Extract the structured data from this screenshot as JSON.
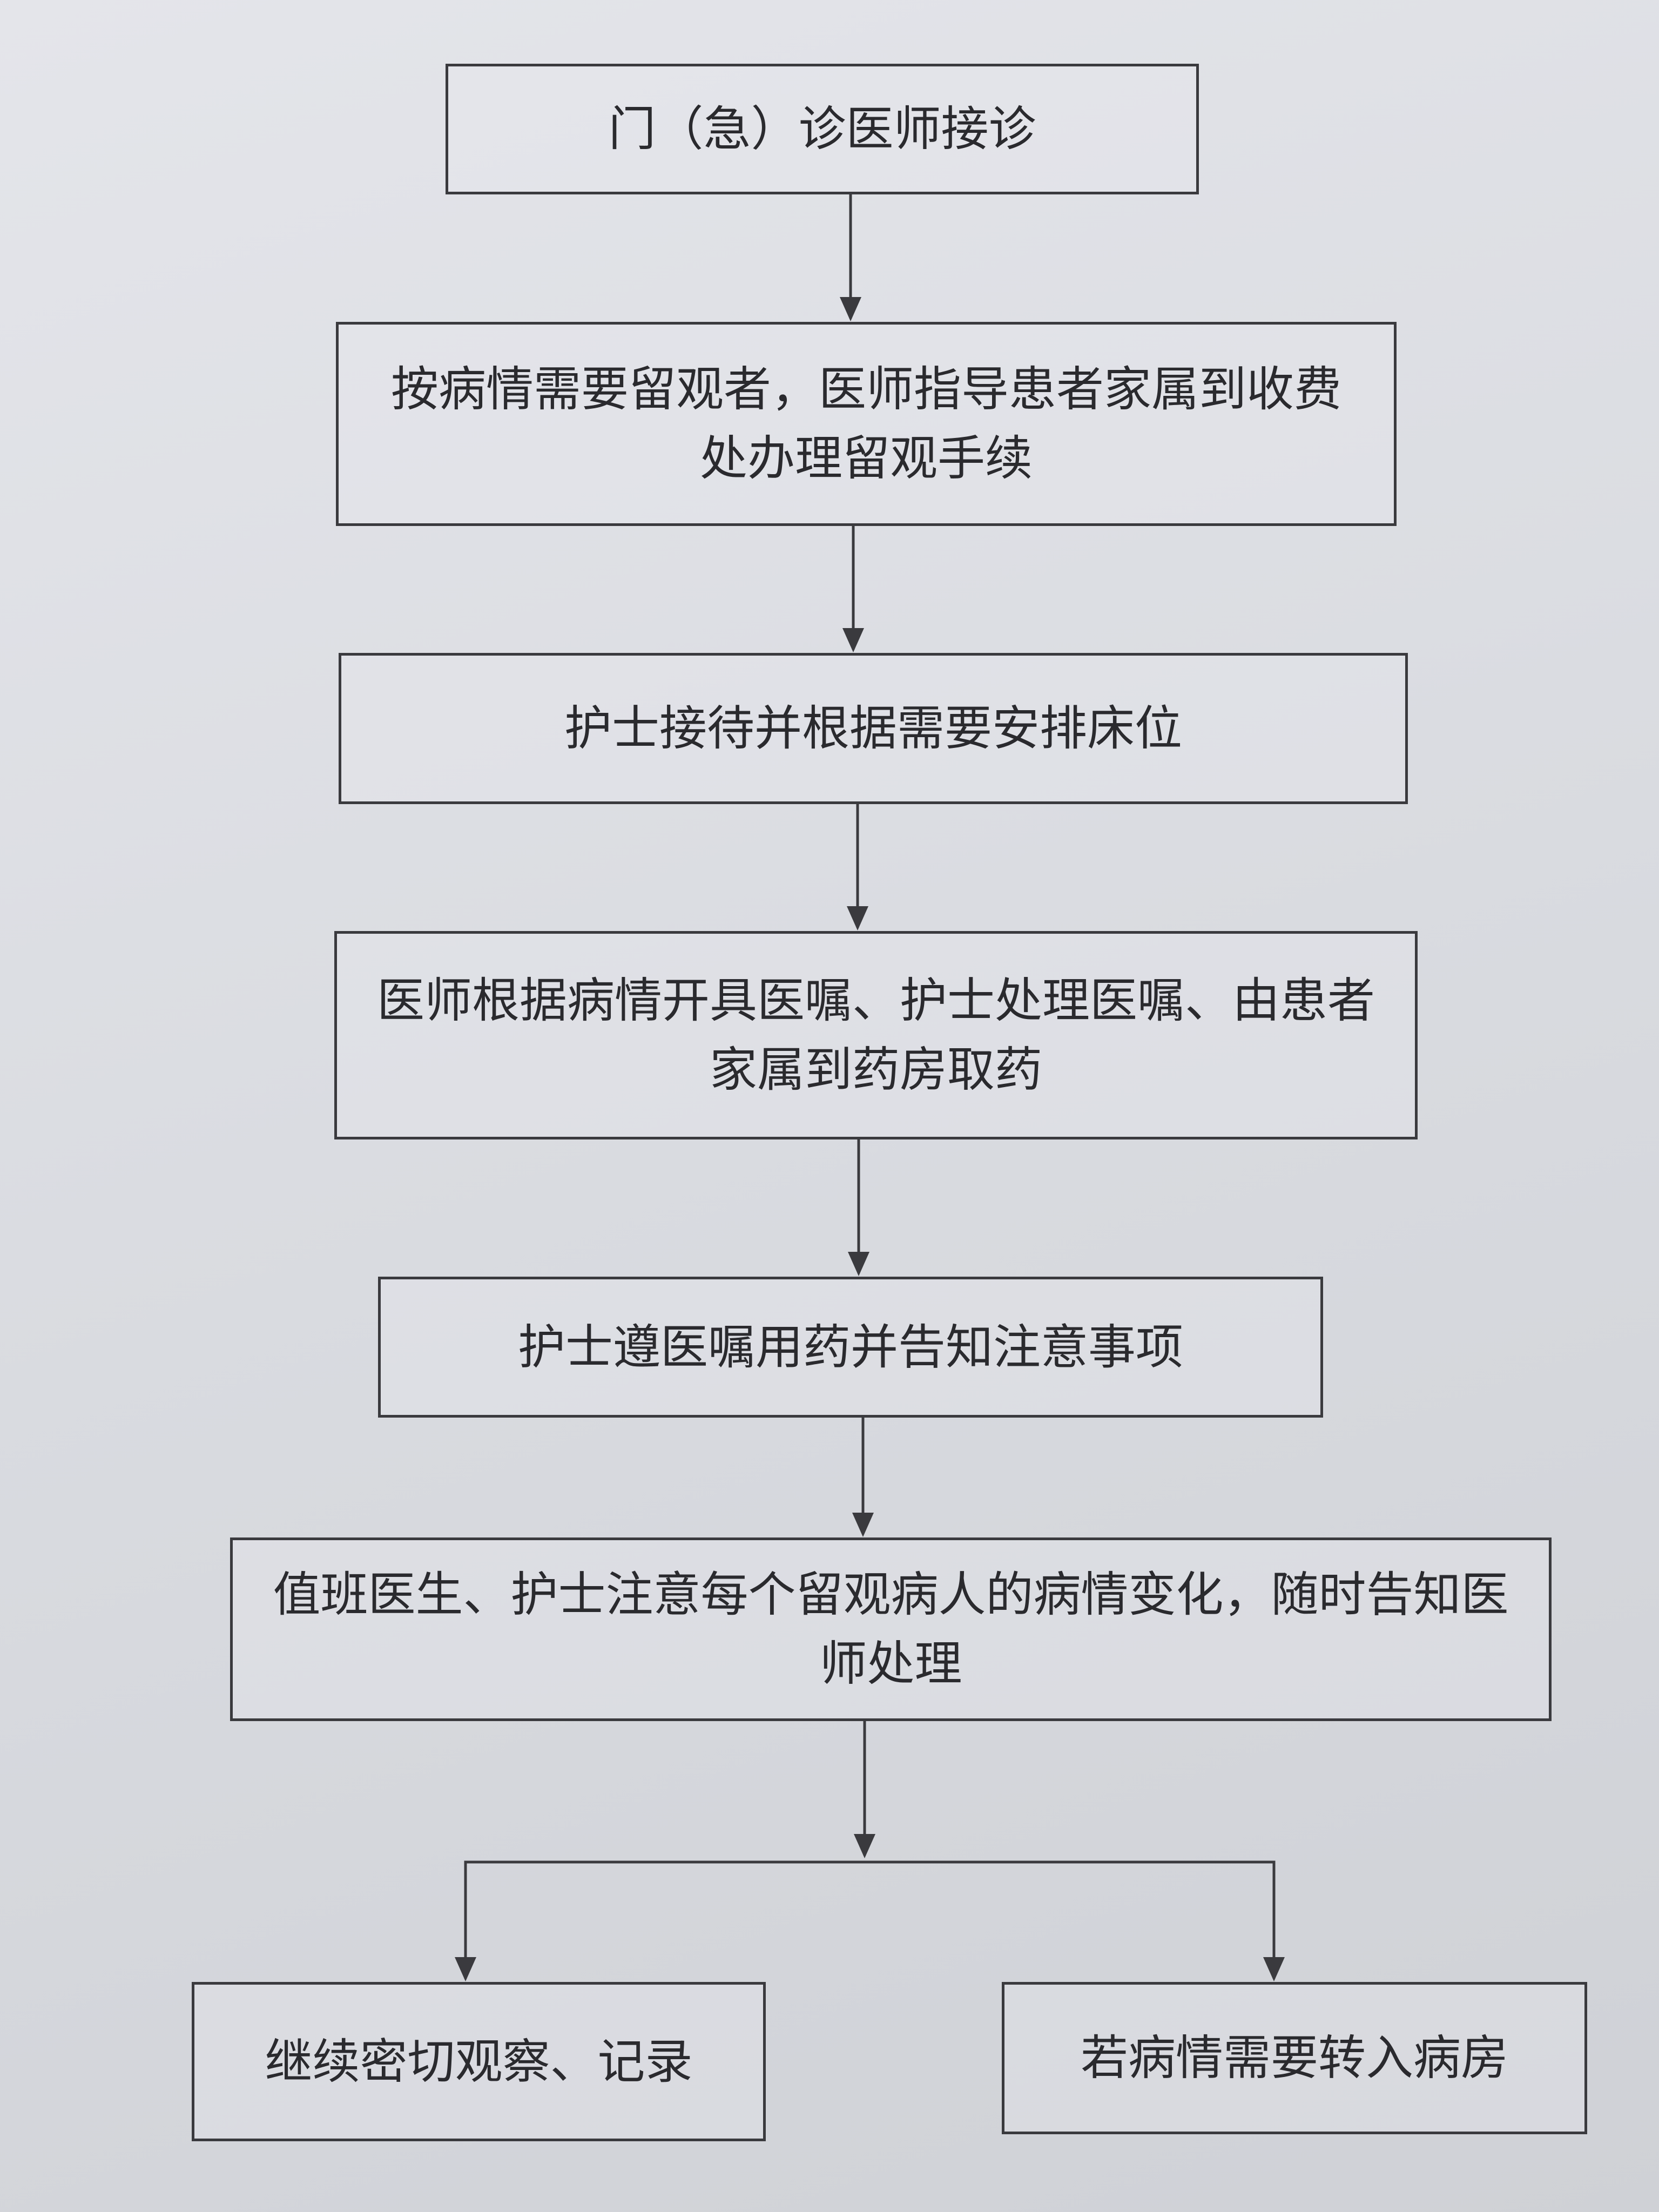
{
  "flowchart": {
    "nodes": [
      {
        "id": "n1",
        "text": "门（急）诊医师接诊"
      },
      {
        "id": "n2",
        "text": "按病情需要留观者，医师指导患者家属到收费处办理留观手续"
      },
      {
        "id": "n3",
        "text": "护士接待并根据需要安排床位"
      },
      {
        "id": "n4",
        "text": "医师根据病情开具医嘱、护士处理医嘱、由患者家属到药房取药"
      },
      {
        "id": "n5",
        "text": "护士遵医嘱用药并告知注意事项"
      },
      {
        "id": "n6",
        "text": "值班医生、护士注意每个留观病人的病情变化，随时告知医师处理"
      },
      {
        "id": "n7",
        "text": "继续密切观察、记录"
      },
      {
        "id": "n8",
        "text": "若病情需要转入病房"
      }
    ],
    "edges": [
      [
        "n1",
        "n2"
      ],
      [
        "n2",
        "n3"
      ],
      [
        "n3",
        "n4"
      ],
      [
        "n4",
        "n5"
      ],
      [
        "n5",
        "n6"
      ],
      [
        "n6",
        "n7"
      ],
      [
        "n6",
        "n8"
      ]
    ],
    "line_color": "#3a3a3e"
  }
}
